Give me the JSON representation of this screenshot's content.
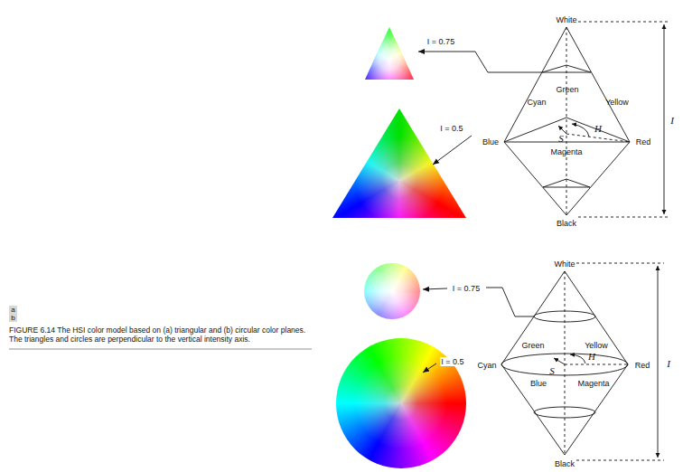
{
  "diagram": {
    "caption": "FIGURE 6.14 The HSI color model based on (a) triangular and (b) circular color planes. The triangles and circles are perpendicular to the vertical intensity axis.",
    "labels": [
      "a",
      "b",
      "I = 0.75",
      "I = 0.5",
      "White",
      "Green",
      "Cyan",
      "Yellow",
      "Blue",
      "Red",
      "S",
      "H",
      "Magenta",
      "Black",
      "I",
      "White",
      "I = 0.75",
      "I = 0.5",
      "Green",
      "Yellow",
      "Cyan",
      "S",
      "H",
      "Red",
      "Blue",
      "Magenta",
      "Black",
      "I"
    ]
  }
}
